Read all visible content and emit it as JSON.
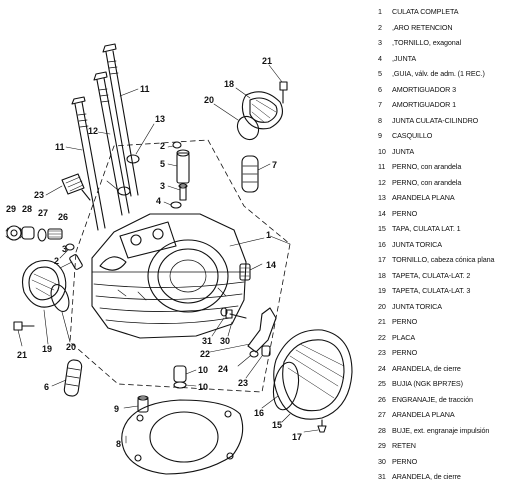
{
  "callouts": [
    "21",
    "18",
    "20",
    "11",
    "12",
    "13",
    "11",
    "1",
    "5",
    "2",
    "3",
    "4",
    "7",
    "23",
    "29",
    "28",
    "27",
    "26",
    "2",
    "3",
    "14",
    "16",
    "10",
    "31",
    "30",
    "22",
    "21",
    "19",
    "20",
    "6",
    "9",
    "8",
    "24",
    "23",
    "15",
    "17",
    "10"
  ],
  "parts": [
    {
      "num": "1",
      "desc": "CULATA COMPLETA"
    },
    {
      "num": "2",
      "desc": ",ARO RETENCION"
    },
    {
      "num": "3",
      "desc": ",TORNILLO, exagonal"
    },
    {
      "num": "4",
      "desc": ",JUNTA"
    },
    {
      "num": "5",
      "desc": ",GUIA, válv. de adm. (1 REC.)"
    },
    {
      "num": "6",
      "desc": "AMORTIGUADOR 3"
    },
    {
      "num": "7",
      "desc": "AMORTIGUADOR 1"
    },
    {
      "num": "8",
      "desc": "JUNTA CULATA-CILINDRO"
    },
    {
      "num": "9",
      "desc": "CASQUILLO"
    },
    {
      "num": "10",
      "desc": "JUNTA"
    },
    {
      "num": "11",
      "desc": "PERNO, con arandela"
    },
    {
      "num": "12",
      "desc": "PERNO, con arandela"
    },
    {
      "num": "13",
      "desc": "ARANDELA PLANA"
    },
    {
      "num": "14",
      "desc": "PERNO"
    },
    {
      "num": "15",
      "desc": "TAPA, CULATA LAT. 1"
    },
    {
      "num": "16",
      "desc": "JUNTA TORICA"
    },
    {
      "num": "17",
      "desc": "TORNILLO, cabeza cónica plana"
    },
    {
      "num": "18",
      "desc": "TAPETA, CULATA-LAT. 2"
    },
    {
      "num": "19",
      "desc": "TAPETA, CULATA-LAT. 3"
    },
    {
      "num": "20",
      "desc": "JUNTA TORICA"
    },
    {
      "num": "21",
      "desc": "PERNO"
    },
    {
      "num": "22",
      "desc": "PLACA"
    },
    {
      "num": "23",
      "desc": "PERNO"
    },
    {
      "num": "24",
      "desc": "ARANDELA, de cierre"
    },
    {
      "num": "25",
      "desc": "BUJIA (NGK BPR7ES)"
    },
    {
      "num": "26",
      "desc": "ENGRANAJE, de tracción"
    },
    {
      "num": "27",
      "desc": "ARANDELA PLANA"
    },
    {
      "num": "28",
      "desc": "BUJE, ext. engranaje impulsión"
    },
    {
      "num": "29",
      "desc": "RETEN"
    },
    {
      "num": "30",
      "desc": "PERNO"
    },
    {
      "num": "31",
      "desc": "ARANDELA, de cierre"
    }
  ]
}
